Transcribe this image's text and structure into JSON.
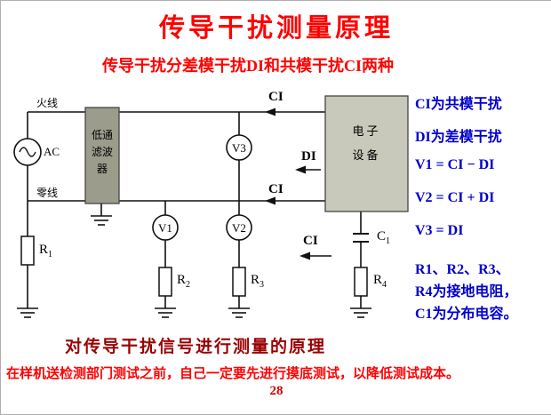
{
  "colors": {
    "title_red": "#ff0000",
    "note_blue": "#0000cc",
    "caption_maroon": "#990000",
    "footnote_red": "#ff0000",
    "page_red": "#cc0000",
    "filter_fill": "#9c9c8c",
    "device_fill": "#c9c9bb",
    "wire_black": "#111111"
  },
  "slide": {
    "title": "传导干扰测量原理",
    "subtitle": "传导干扰分差模干扰DI和共模干扰CI两种",
    "caption": "对传导干扰信号进行测量的原理",
    "footnote": "在样机送检测部门测试之前，自己一定要先进行摸底测试，以降低测试成本。",
    "page_number": "28"
  },
  "diagram": {
    "live_wire_label": "火线",
    "neutral_wire_label": "零线",
    "source_label": "AC",
    "filter_label": "低通滤波器",
    "device_label": {
      "line1": "电子",
      "line2": "设备"
    },
    "meters": {
      "v1": "V1",
      "v2": "V2",
      "v3": "V3"
    },
    "components": {
      "r1": {
        "base": "R",
        "sub": "1"
      },
      "r2": {
        "base": "R",
        "sub": "2"
      },
      "r3": {
        "base": "R",
        "sub": "3"
      },
      "r4": {
        "base": "R",
        "sub": "4"
      },
      "c1": {
        "base": "C",
        "sub": "1"
      }
    },
    "signals": {
      "ci_top": "CI",
      "ci_middle": "CI",
      "ci_bottom": "CI",
      "di": "DI"
    }
  },
  "notes": {
    "lines": [
      "CI为共模干扰",
      "DI为差模干扰",
      "V1 = CI − DI",
      "V2 = CI + DI",
      "V3 = DI",
      "R1、R2、R3、",
      "R4为接地电阻，",
      "C1为分布电容。"
    ]
  }
}
